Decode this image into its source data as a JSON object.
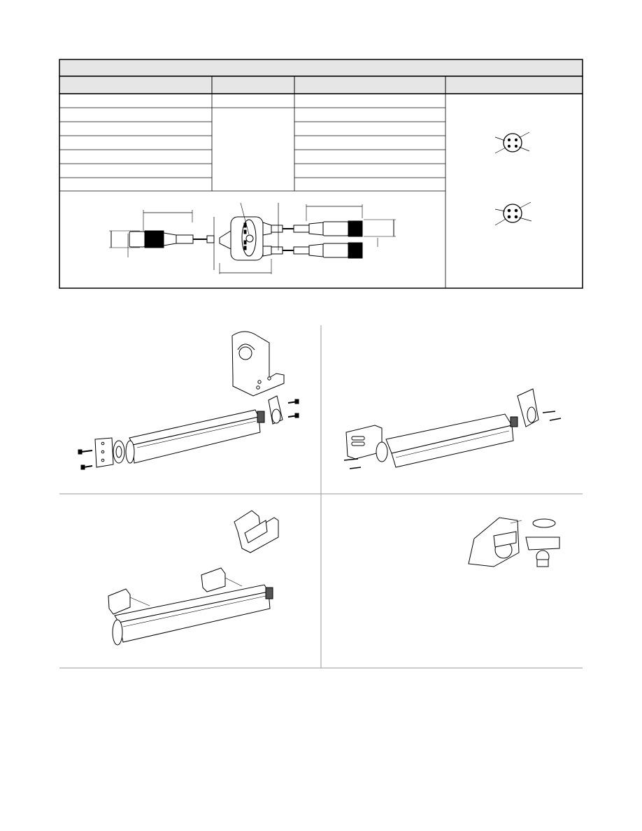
{
  "page": {
    "text_content": []
  },
  "cable_table": {
    "columns": [
      "",
      "",
      "",
      ""
    ],
    "rows": 6
  },
  "mounting_figures": [
    {
      "id": "top-left"
    },
    {
      "id": "top-right"
    },
    {
      "id": "bottom-left"
    },
    {
      "id": "bottom-right"
    }
  ],
  "colors": {
    "ink": "#000000",
    "header_fill": "#e6e6e6",
    "divider": "#999999"
  }
}
